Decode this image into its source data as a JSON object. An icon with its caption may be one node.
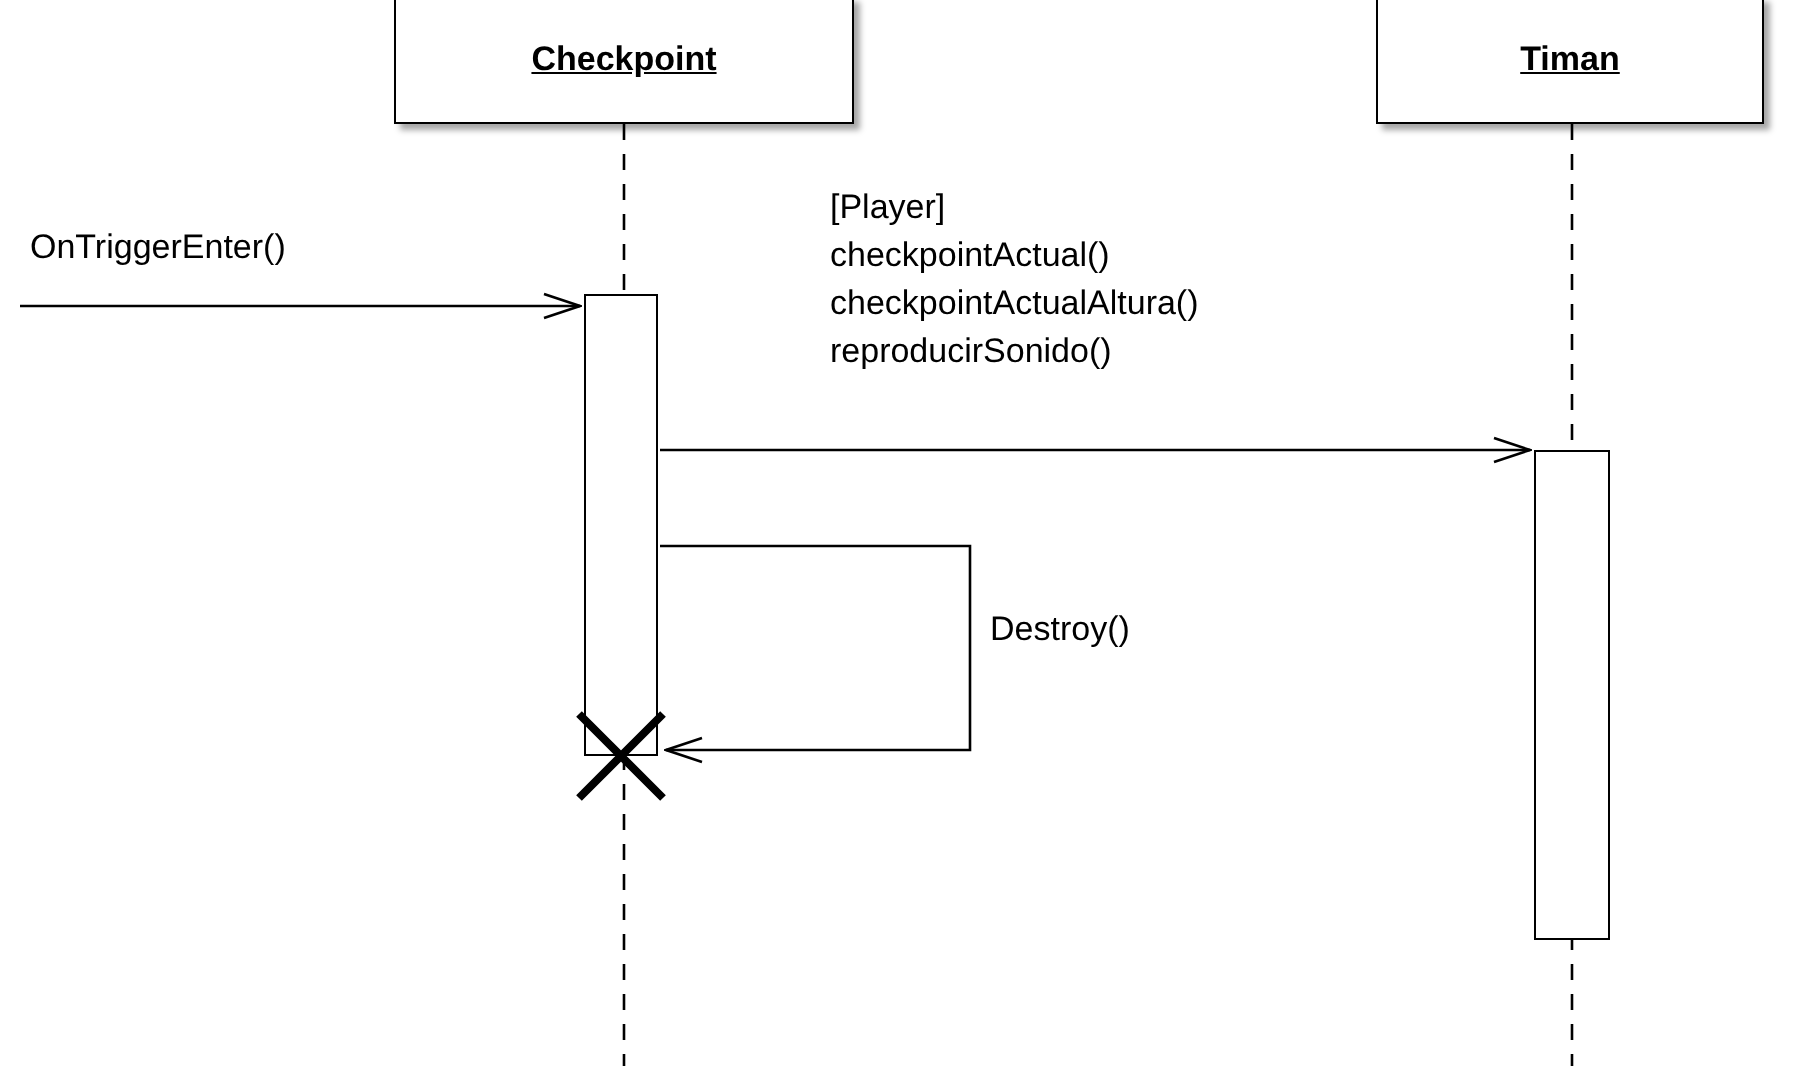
{
  "diagram": {
    "nodes": [
      {
        "text": [
          "Checkpoint"
        ]
      },
      {
        "text": [
          "Timan"
        ]
      },
      {
        "text": [],
        "shape": "bar"
      },
      {
        "text": [],
        "shape": "bar"
      }
    ],
    "edges": [
      {
        "from": null,
        "to": 2,
        "arrow": "to",
        "label": "OnTriggerEnter()"
      },
      {
        "from": 2,
        "to": 3,
        "arrow": "to",
        "label": "[Player] checkpointActual() checkpointActualAltura() reproducirSonido()"
      },
      {
        "from": 2,
        "to": 2,
        "arrow": "to",
        "label": "Destroy()"
      }
    ]
  }
}
